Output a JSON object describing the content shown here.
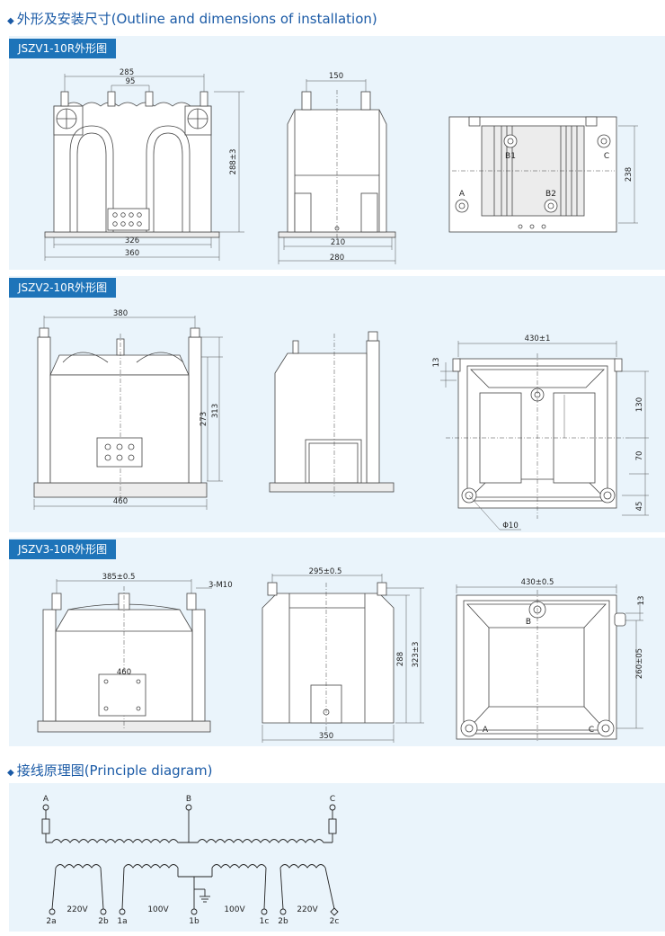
{
  "sections": {
    "outline_title": "外形及安装尺寸(Outline and dimensions of installation)",
    "principle_title": "接线原理图(Principle diagram)"
  },
  "models": [
    {
      "label": "JSZV1-10R外形图",
      "front": {
        "d285": "285",
        "d95": "95",
        "d288": "288±3",
        "d326": "326",
        "d360": "360"
      },
      "side": {
        "d150": "150",
        "d210": "210",
        "d280": "280"
      },
      "top": {
        "d238": "238",
        "terminals": [
          "B1",
          "C",
          "A",
          "B2"
        ]
      }
    },
    {
      "label": "JSZV2-10R外形图",
      "front": {
        "d380": "380",
        "d273": "273",
        "d313": "313",
        "d460": "460"
      },
      "top": {
        "d430": "430±1",
        "d13": "13",
        "d130": "130",
        "d70": "70",
        "d45": "45",
        "phi": "Φ10"
      }
    },
    {
      "label": "JSZV3-10R外形图",
      "front": {
        "d385": "385±0.5",
        "m10": "3-M10",
        "d460": "460"
      },
      "side": {
        "d295": "295±0.5",
        "d288": "288",
        "d323": "323±3",
        "d350": "350"
      },
      "top": {
        "d430": "430±0.5",
        "d13": "13",
        "d260": "260±05",
        "terminals": [
          "B",
          "A",
          "C"
        ]
      }
    }
  ],
  "principle": {
    "primary_terminals": [
      "A",
      "B",
      "C"
    ],
    "voltages": [
      "220V",
      "100V",
      "100V",
      "220V"
    ],
    "secondary_terminals": [
      "2a",
      "2b",
      "1a",
      "1b",
      "1c",
      "2b",
      "2c"
    ]
  }
}
